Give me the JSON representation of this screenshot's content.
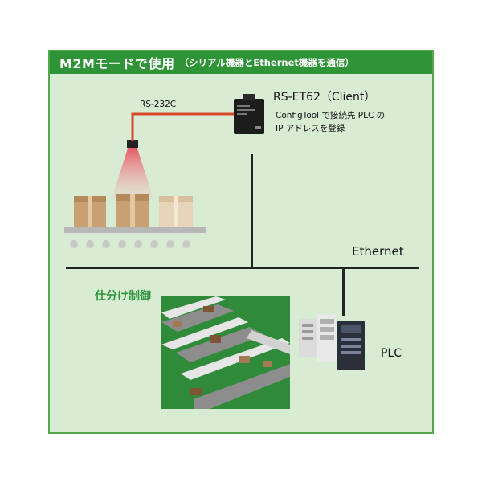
{
  "title": {
    "main": "M2Mモードで使用",
    "sub": "（シリアル機器とEthernet機器を通信）"
  },
  "labels": {
    "rs232c": "RS-232C",
    "device_name": "RS-ET62（Client）",
    "config_line1": "ConfigTool で接続先 PLC の",
    "config_line2": "IP アドレスを登録",
    "ethernet": "Ethernet",
    "plc": "PLC",
    "sorting": "仕分け制御"
  },
  "colors": {
    "title_bar": "#2f9438",
    "panel_background": "#d8ecd4",
    "cable": "#d9482b",
    "sorting_scene": "#2f8a3a"
  },
  "icons": {
    "device": "rs-et62-device-icon",
    "scanner": "barcode-scanner-icon",
    "plc": "plc-controller-icon",
    "conveyor": "conveyor-belt-icon",
    "sorting": "sorting-line-icon"
  }
}
